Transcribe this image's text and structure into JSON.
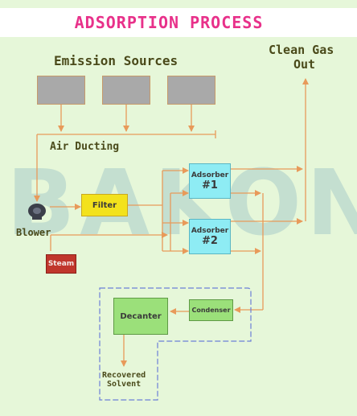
{
  "title": "ADSORPTION PROCESS",
  "watermark": "BAKON",
  "labels": {
    "emission_sources": "Emission Sources",
    "clean_gas_line1": "Clean Gas",
    "clean_gas_line2": "Out",
    "air_ducting": "Air Ducting",
    "blower": "Blower",
    "recovered_line1": "Recovered",
    "recovered_line2": "Solvent"
  },
  "blocks": {
    "filter": "Filter",
    "steam": "Steam",
    "adsorber1_line1": "Adsorber",
    "adsorber1_line2": "#1",
    "adsorber2_line1": "Adsorber",
    "adsorber2_line2": "#2",
    "condenser": "Condenser",
    "decanter": "Decanter"
  },
  "colors": {
    "background": "#e6f7d9",
    "title": "#e8318a",
    "flow_line": "#e89a5a",
    "boundary": "#6b7fd8",
    "source_block": "#a9a9a9",
    "filter": "#f3e21c",
    "steam": "#c0362c",
    "adsorber": "#8eecf4",
    "condenser": "#9be07a",
    "decanter": "#9be07a"
  }
}
